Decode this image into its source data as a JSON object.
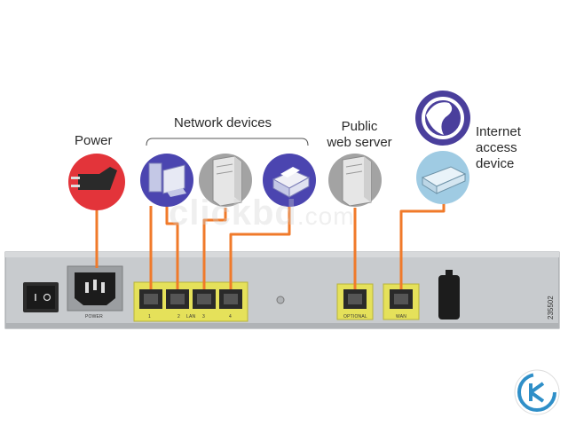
{
  "labels": {
    "power": "Power",
    "network_devices": "Network devices",
    "public_line1": "Public",
    "public_line2": "web server",
    "internet_line1": "Internet",
    "internet_line2": "access",
    "internet_line3": "device"
  },
  "ports": {
    "lan1": "1",
    "lan2": "2",
    "lan_word": "LAN",
    "lan3": "3",
    "lan4": "4",
    "power_socket": "POWER",
    "optional": "OPTIONAL",
    "wan": "WAN"
  },
  "figure_id": "235502",
  "watermark": {
    "main": "clickbd",
    "suffix": ".com"
  },
  "colors": {
    "cable": "#f07a2a",
    "highlight": "#e5e15a",
    "chassis": "#c9cccf",
    "power_circle": "#e3343a",
    "pc_circle": "#4b45b0",
    "server_circle": "#a3a3a3",
    "printer_circle": "#4b45b0",
    "globe_circle": "#4a3f9c",
    "modem_circle": "#9fcbe3"
  },
  "icons": [
    "power-plug-icon",
    "computer-icon",
    "server-icon",
    "printer-icon",
    "globe-icon",
    "modem-icon",
    "clickbd-logo-icon"
  ]
}
